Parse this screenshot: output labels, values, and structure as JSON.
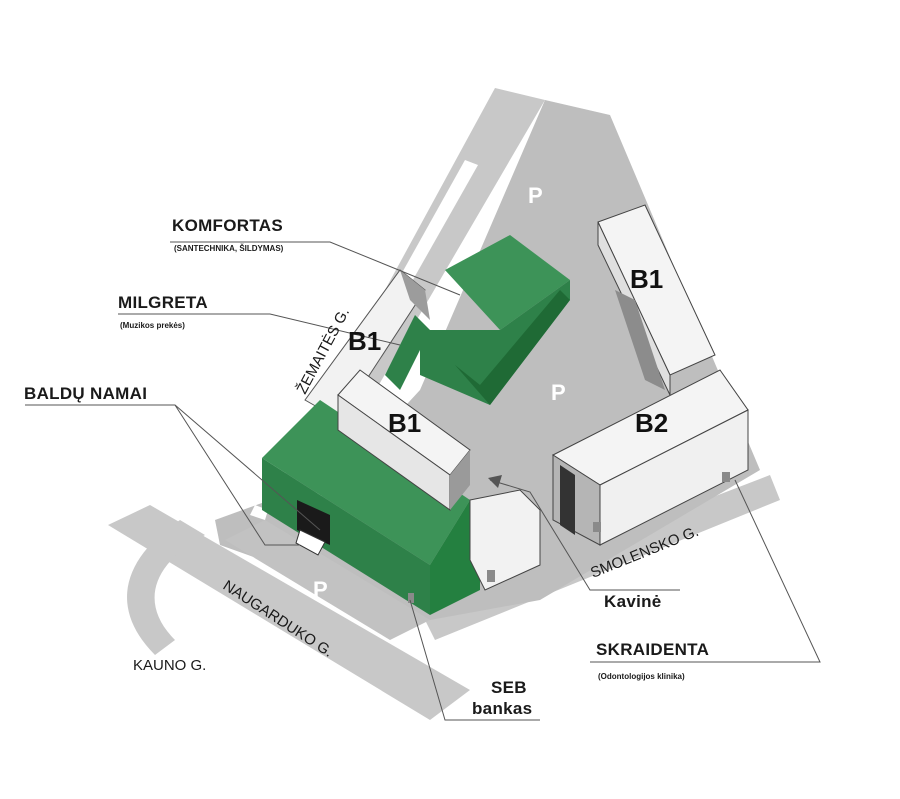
{
  "labels": {
    "komfortas": "KOMFORTAS",
    "komfortas_sub": "(SANTECHNIKA, ŠILDYMAS)",
    "milgreta": "MILGRETA",
    "milgreta_sub": "(Muzikos prekės)",
    "baldu_namai": "BALDŲ NAMAI",
    "kavine": "Kavinė",
    "skraidenta": "SKRAIDENTA",
    "skraidenta_sub": "(Odontologijos klinika)",
    "seb_line1": "SEB",
    "seb_line2": "bankas"
  },
  "streets": {
    "zemaites": "ŽEMAITĖS G.",
    "smolensko": "SMOLENSKO G.",
    "naugarduko": "NAUGARDUKO G.",
    "kauno": "KAUNO G."
  },
  "parking": "P",
  "buildings": {
    "b1_west": "B1",
    "b1_center": "B1",
    "b1_east": "B1",
    "b2": "B2"
  },
  "colors": {
    "road": "#c6c6c6",
    "lot": "#bdbdbd",
    "green": "#2e8b4a",
    "green_dark": "#1f6a35",
    "green_light": "#4a9f63",
    "white_bldg": "#f4f4f4",
    "grey_side": "#9a9a9a"
  }
}
